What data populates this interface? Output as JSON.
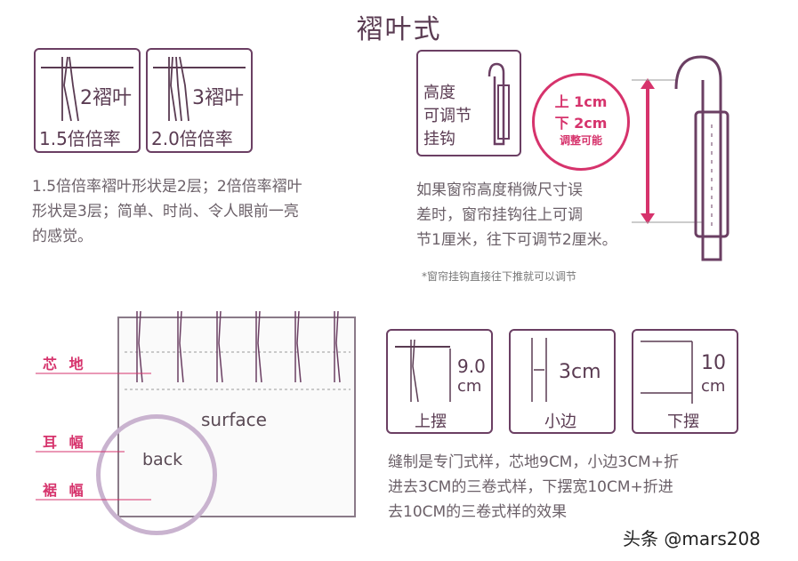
{
  "title": "褶叶式",
  "pleat_cards": [
    {
      "count_label": "2褶叶",
      "rate_label": "1.5倍倍率"
    },
    {
      "count_label": "3褶叶",
      "rate_label": "2.0倍倍率"
    }
  ],
  "pleat_description": [
    "1.5倍倍率褶叶形状是2层；2倍倍率褶叶",
    "形状是3层；简单、时尚、令人眼前一亮",
    "的感觉。"
  ],
  "hook_card_label": [
    "高度",
    "可调节",
    "挂钩"
  ],
  "adjust_badge": [
    "上 1cm",
    "下 2cm",
    "调整可能"
  ],
  "hook_description": [
    "如果窗帘高度稍微尺寸误",
    "差时，窗帘挂钩往上可调",
    "节1厘米，往下可调节2厘米。"
  ],
  "hook_footnote": "*窗帘挂钩直接往下推就可以调节",
  "side_labels": {
    "core": "芯 地",
    "ear": "耳 幅",
    "hem": "裾 幅"
  },
  "curtain_labels": {
    "surface": "surface",
    "back": "back"
  },
  "sewing_cards": [
    {
      "measure_top": "9.0",
      "measure_unit": "cm",
      "caption": "上摆"
    },
    {
      "measure": "3cm",
      "caption": "小边"
    },
    {
      "measure_top": "10",
      "measure_unit": "cm",
      "caption": "下摆"
    }
  ],
  "sewing_description": [
    "缝制是专门式样，芯地9CM，小边3CM+折",
    "进去3CM的三卷式样，下摆宽10CM+折进",
    "去10CM的三卷式样的效果"
  ],
  "watermark": "头条 @mars208",
  "colors": {
    "accent": "#d6336c",
    "outline": "#6b3f63",
    "circle": "#c9b3cf"
  }
}
